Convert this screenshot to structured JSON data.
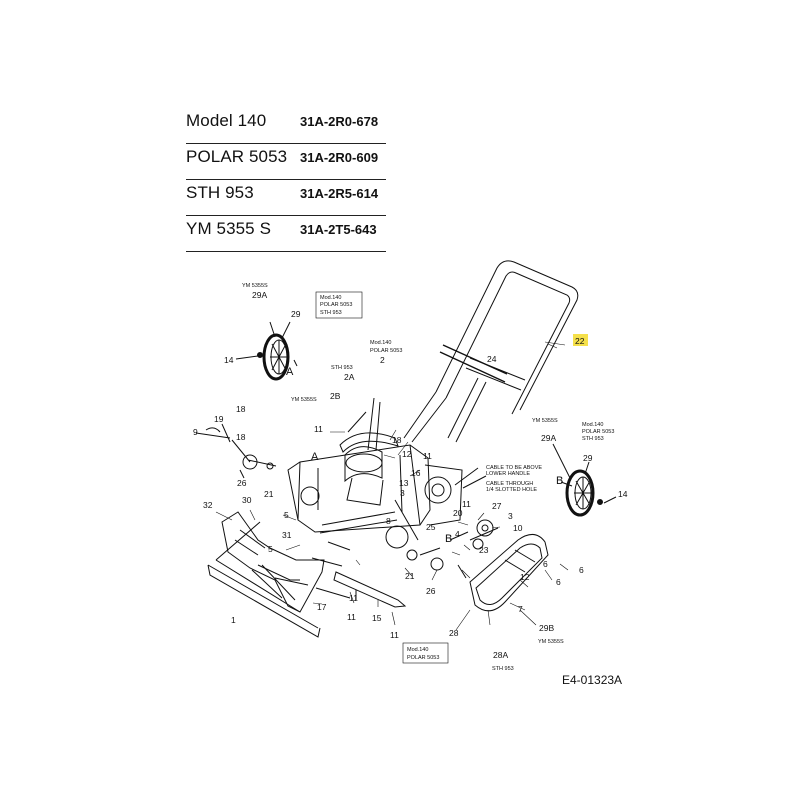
{
  "models": [
    {
      "name": "Model  140",
      "code": "31A-2R0-678"
    },
    {
      "name": "POLAR 5053",
      "code": "31A-2R0-609"
    },
    {
      "name": "STH 953",
      "code": "31A-2R5-614"
    },
    {
      "name": "YM 5355 S",
      "code": "31A-2T5-643"
    }
  ],
  "figure_id": "E4-01323A",
  "highlight_color": "#f5e04a",
  "callouts": {
    "ym5355s_small": "YM 5355S",
    "c29A_left": "29A",
    "c29_left": "29",
    "c14_left": "14",
    "cA_left": "A",
    "box_left_1": "Mod.140",
    "box_left_2": "POLAR 5053",
    "box_left_3": "STH 953",
    "mod140_top": "Mod.140",
    "polar_top": "POLAR 5053",
    "c2": "2",
    "sth953_top": "STH 953",
    "c2A": "2A",
    "ym_2b": "YM 5355S",
    "c2B": "2B",
    "c24": "24",
    "c22": "22",
    "c18a": "18",
    "c19": "19",
    "c9": "9",
    "c18b": "18",
    "c11a": "11",
    "c18c": "18",
    "c12": "12",
    "c11b": "11",
    "cA_mid": "A",
    "c26a": "26",
    "c21a": "21",
    "c13": "13",
    "c16": "16",
    "c3": "3",
    "c32": "32",
    "c30": "30",
    "c5a": "5",
    "c31": "31",
    "c5b": "5",
    "c11c": "11",
    "c20": "20",
    "c27": "27",
    "c3b": "3",
    "c10": "10",
    "c8": "8",
    "c25": "25",
    "c4": "4",
    "c21b": "21",
    "c23": "23",
    "cB_mid": "B",
    "c26b": "26",
    "c1": "1",
    "c17": "17",
    "c11d": "11",
    "c15": "15",
    "c11e": "11",
    "c11f": "11",
    "c6a": "6",
    "c6b": "6",
    "c12b": "12",
    "c7": "7",
    "c28": "28",
    "c29B": "29B",
    "ym_29b": "YM 5355S",
    "c28A": "28A",
    "sth953_bot": "STH 953",
    "box_bot_1": "Mod.140",
    "box_bot_2": "POLAR 5053",
    "ym_right": "YM 5355S",
    "c29A_right": "29A",
    "mod140_right": "Mod.140",
    "polar_right": "POLAR 5053",
    "sth953_right": "STH 953",
    "c29_right": "29",
    "cB_right": "B",
    "c14_right": "14",
    "note1": "CABLE TO BE ABOVE",
    "note2": "LOWER HANDLE",
    "note3": "CABLE THROUGH",
    "note4": "1/4 SLOTTED HOLE"
  }
}
